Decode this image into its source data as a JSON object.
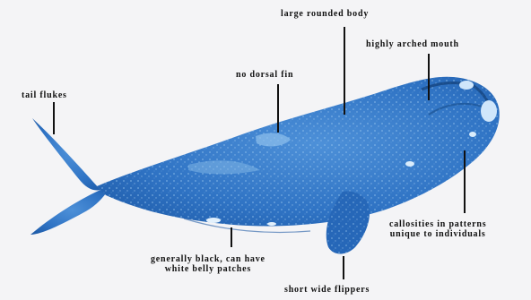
{
  "labels": {
    "large_body": "large rounded body",
    "arched_mouth": "highly arched mouth",
    "no_dorsal_fin": "no dorsal fin",
    "tail_flukes": "tail flukes",
    "callosities_line1": "callosities in patterns",
    "callosities_line2": "unique to individuals",
    "color_line1": "generally black, can have",
    "color_line2": "white belly patches",
    "flippers": "short wide flippers"
  },
  "colors": {
    "whale_body": "#2a6fc0",
    "whale_dark": "#1f5aa5",
    "whale_light": "#8fc0ec",
    "leader_line": "#111111",
    "background": "#f4f4f6"
  }
}
